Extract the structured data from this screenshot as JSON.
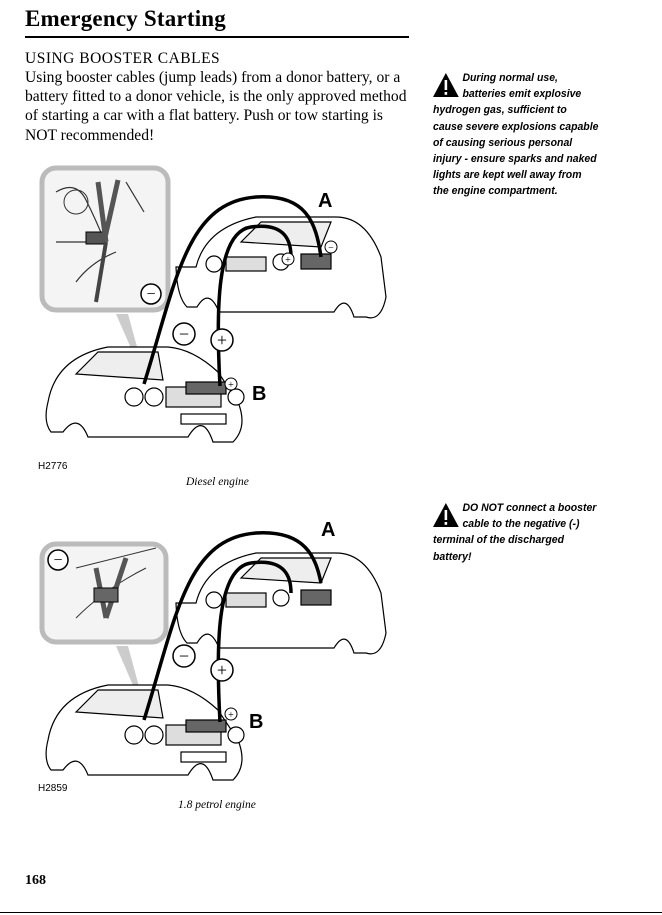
{
  "header": {
    "title": "Emergency Starting"
  },
  "section": {
    "heading": "USING BOOSTER CABLES",
    "intro": "Using booster cables (jump leads) from a donor battery, or a battery fitted to a donor vehicle, is the only approved method of starting a car with a flat battery. Push or tow starting is NOT recommended!"
  },
  "warnings": [
    {
      "icon": "warning-triangle-icon",
      "text": "During normal use, batteries emit explosive hydrogen gas, sufficient to cause severe explosions capable of causing serious personal injury - ensure sparks and naked lights are kept well away from the engine compartment."
    },
    {
      "icon": "warning-triangle-icon",
      "text": "DO NOT connect a booster cable to the negative (-) terminal of the discharged battery!"
    }
  ],
  "figures": [
    {
      "code": "H2776",
      "caption": "Diesel engine",
      "label_a": "A",
      "label_b": "B",
      "plus": "+",
      "minus": "−"
    },
    {
      "code": "H2859",
      "caption": "1.8 petrol engine",
      "label_a": "A",
      "label_b": "B",
      "plus": "+",
      "minus": "−"
    }
  ],
  "footer": {
    "page_number": "168"
  }
}
